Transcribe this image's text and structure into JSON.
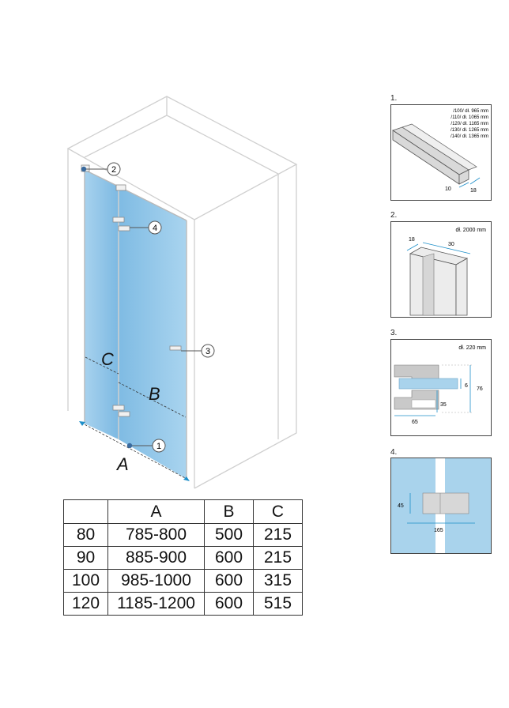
{
  "main": {
    "callouts": [
      "1",
      "2",
      "3",
      "4"
    ],
    "dimension_labels": {
      "a": "A",
      "b": "B",
      "c": "C"
    }
  },
  "details": [
    {
      "number": "1.",
      "lengths": [
        "/100/ dł. 965 mm",
        "/110/ dł. 1065 mm",
        "/120/ dł. 1165 mm",
        "/130/ dł. 1265 mm",
        "/140/ dł. 1365 mm"
      ],
      "dims": [
        "10",
        "18"
      ]
    },
    {
      "number": "2.",
      "length": "dł. 2000 mm",
      "dims": [
        "18",
        "30"
      ]
    },
    {
      "number": "3.",
      "length": "dł. 220 mm",
      "dims": [
        "76",
        "6",
        "35",
        "65"
      ]
    },
    {
      "number": "4.",
      "dims": [
        "45",
        "165"
      ]
    }
  ],
  "table": {
    "headers": [
      "",
      "A",
      "B",
      "C"
    ],
    "rows": [
      [
        "80",
        "785-800",
        "500",
        "215"
      ],
      [
        "90",
        "885-900",
        "600",
        "215"
      ],
      [
        "100",
        "985-1000",
        "600",
        "315"
      ],
      [
        "120",
        "1185-1200",
        "600",
        "515"
      ]
    ]
  },
  "colors": {
    "glass": "#8ec3e6",
    "glass_dark": "#6aaed9",
    "wall_line": "#cfcfcf",
    "accent_arrow": "#1e8fc9",
    "detail_blue": "#a9d3ec",
    "profile_grey": "#c9c9c9"
  }
}
